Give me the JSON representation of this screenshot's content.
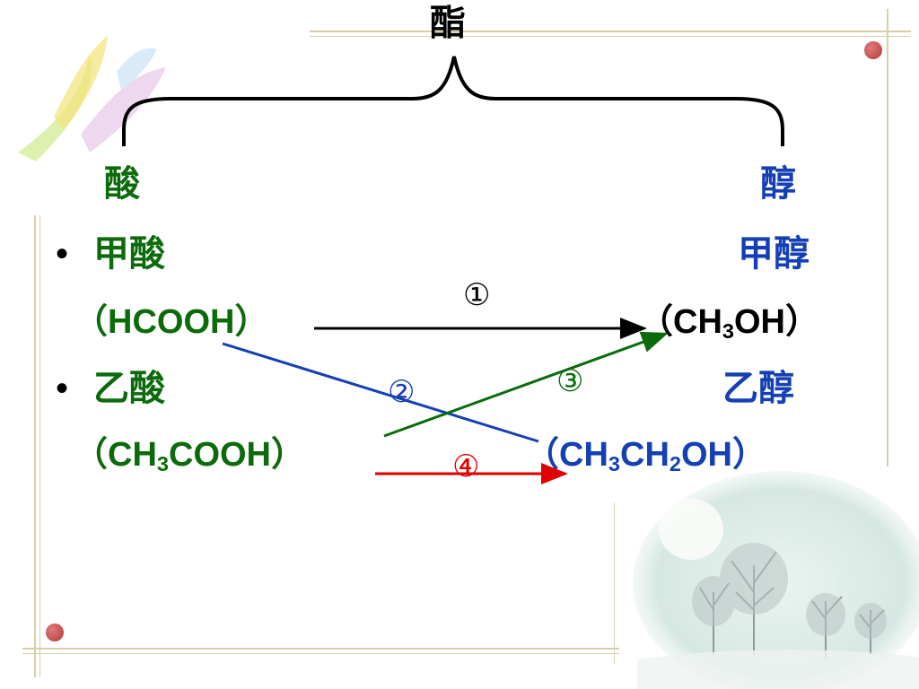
{
  "title": "酯",
  "acid": {
    "header": "酸",
    "items": [
      {
        "name": "甲酸",
        "formula_parts": [
          "（HCOOH）"
        ]
      },
      {
        "name": "乙酸",
        "formula_parts": [
          "（CH",
          "3",
          "COOH）"
        ]
      }
    ]
  },
  "alcohol": {
    "header": "醇",
    "items": [
      {
        "name": "甲醇",
        "formula_parts": [
          "（CH",
          "3",
          "OH）"
        ]
      },
      {
        "name": "乙醇",
        "formula_parts": [
          "（CH",
          "3",
          "CH",
          "2",
          "OH）"
        ]
      }
    ]
  },
  "reactions": [
    {
      "label": "①",
      "color": "#000000"
    },
    {
      "label": "②",
      "color": "#1440b4"
    },
    {
      "label": "③",
      "color": "#0b6b0b"
    },
    {
      "label": "④",
      "color": "#e00000"
    }
  ],
  "colors": {
    "acid": "#0b6b0b",
    "alcohol": "#1440b4",
    "frame": "#d8cfa8",
    "dot": "#b43a3a"
  },
  "decorations": [
    "ribbon-logo",
    "winter-trees-image"
  ]
}
